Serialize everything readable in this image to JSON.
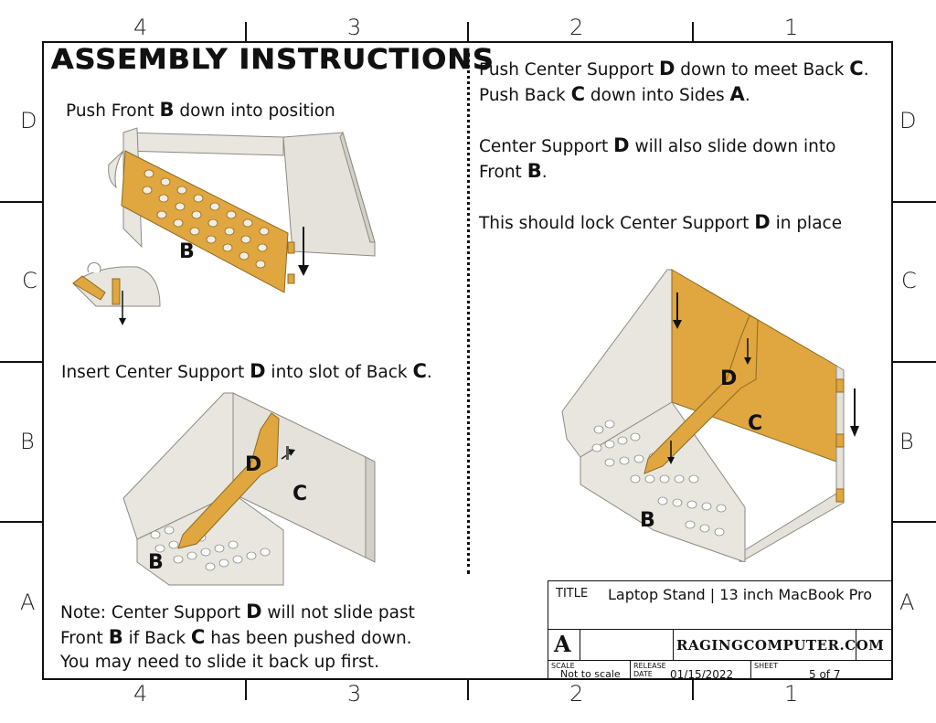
{
  "zones": {
    "top": [
      "4",
      "3",
      "2",
      "1"
    ],
    "bottom": [
      "4",
      "3",
      "2",
      "1"
    ],
    "left": [
      "D",
      "C",
      "B",
      "A"
    ],
    "right": [
      "D",
      "C",
      "B",
      "A"
    ]
  },
  "heading": "ASSEMBLY INSTRUCTIONS",
  "left_steps": {
    "step1": {
      "pre": "Push Front ",
      "part": "B",
      "post": " down into position"
    },
    "step2": {
      "pre": "Insert Center Support ",
      "part": "D",
      "mid": " into slot of Back ",
      "part2": "C",
      "post": "."
    },
    "note": {
      "l1_pre": "Note: Center Support ",
      "l1_part": "D",
      "l1_post": " will not slide past",
      "l2_pre": "Front ",
      "l2_part": "B",
      "l2_mid": " if Back ",
      "l2_part2": "C",
      "l2_post": " has been pushed down.",
      "l3": "You may need to slide it back up first."
    }
  },
  "right_steps": {
    "l1_pre": "Push Center Support ",
    "l1_part": "D",
    "l1_mid": " down to meet Back ",
    "l1_part2": "C",
    "l1_post": ".",
    "l2_pre": "Push Back ",
    "l2_part": "C",
    "l2_mid": " down into Sides ",
    "l2_part2": "A",
    "l2_post": ".",
    "l3_pre": "Center Support ",
    "l3_part": "D",
    "l3_post": " will also slide down into",
    "l4_pre": "Front ",
    "l4_part": "B",
    "l4_post": ".",
    "l5_pre": "This should lock Center Support ",
    "l5_part": "D",
    "l5_post": " in place"
  },
  "figure_labels": {
    "fig1_b": "B",
    "fig2_d": "D",
    "fig2_c": "C",
    "fig2_b": "B",
    "fig3_d": "D",
    "fig3_c": "C",
    "fig3_b": "B"
  },
  "title_block": {
    "title_label": "TITLE",
    "title": "Laptop Stand | 13 inch MacBook Pro",
    "size": "A",
    "brand": "RAGINGCOMPUTER.COM",
    "scale_label": "SCALE",
    "scale": "Not to scale",
    "release_label1": "RELEASE",
    "release_label2": "DATE",
    "release_date": "01/15/2022",
    "sheet_label": "SHEET",
    "sheet": "5 of 7"
  },
  "colors": {
    "wood": "#E0A640",
    "panel": "#E8E6DF",
    "edge": "#8C8A82"
  }
}
